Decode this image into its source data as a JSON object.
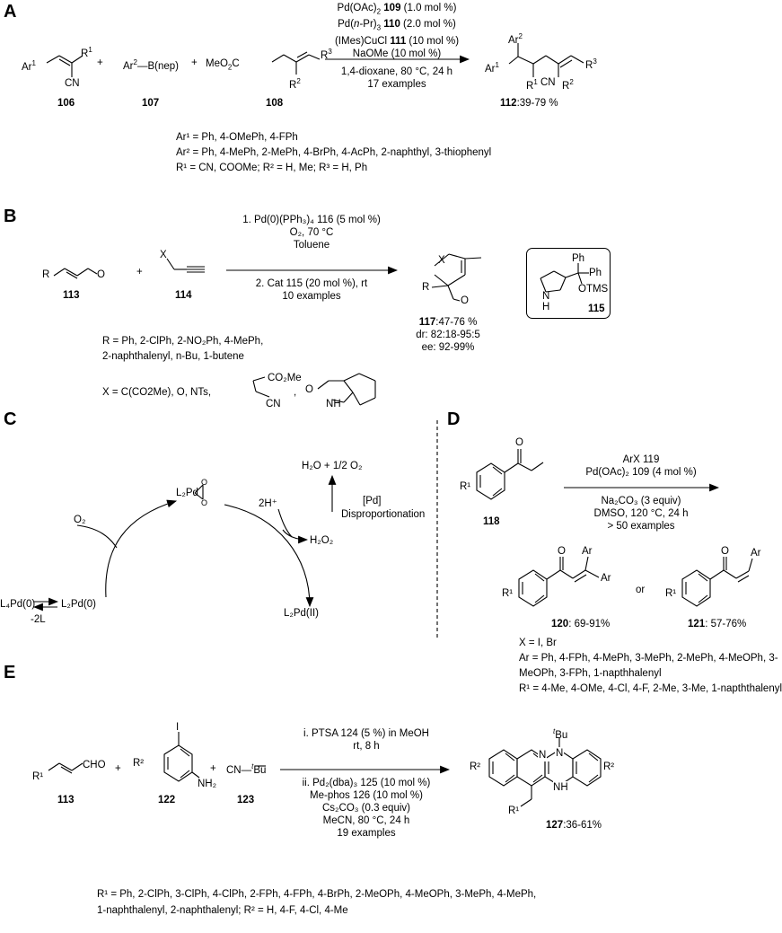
{
  "panels": {
    "a": "A",
    "b": "B",
    "c": "C",
    "d": "D",
    "e": "E"
  },
  "A": {
    "r106": {
      "ar1": "Ar",
      "ar1_sup": "1",
      "r1": "R",
      "r1_sup": "1",
      "cn": "CN"
    },
    "r107": {
      "ar2": "Ar",
      "ar2_sup": "2",
      "rest": "—B(nep)"
    },
    "r108": {
      "meo": "MeO",
      "co2": "2",
      "c": "C",
      "r3": "R",
      "r3_sup": "3",
      "r2": "R",
      "r2_sup": "2"
    },
    "plus": "+",
    "conditions": [
      {
        "pre": "Pd(OAc)",
        "sub": "2",
        "mid": " ",
        "num": "109",
        "post": " (1.0 mol %)"
      },
      {
        "pre": "Pd(",
        "ital": "n",
        "mid": "-Pr)",
        "sub": "3",
        "num": "110",
        "post": " (2.0 mol %)"
      },
      {
        "pre": "(IMes)CuCl ",
        "num": "111",
        "post": " (10 mol %)"
      },
      {
        "pre": "NaOMe (10 mol %)"
      }
    ],
    "below": [
      "1,4-dioxane, 80 °C, 24 h",
      "17 examples"
    ],
    "labels": {
      "l106": "106",
      "l107": "107",
      "l108": "108",
      "l112": "112",
      "yield112": ":39-79 %"
    },
    "product": {
      "ar2": "Ar",
      "ar2_sup": "2",
      "ar1": "Ar",
      "ar1_sup": "1",
      "r1": "R",
      "r1_sup": "1",
      "cn": "CN",
      "r2": "R",
      "r2_sup": "2",
      "r3": "R",
      "r3_sup": "3"
    },
    "notes": [
      "Ar¹ = Ph, 4-OMePh, 4-FPh",
      "Ar² = Ph, 4-MePh, 2-MePh, 4-BrPh, 4-AcPh, 2-naphthyl, 3-thiophenyl",
      "R¹ = CN, COOMe; R² = H, Me; R³ = H, Ph"
    ]
  },
  "B": {
    "conditions": [
      "1. Pd(0)(PPh₃)₄ 116 (5 mol %)",
      "O₂, 70 °C",
      "Toluene"
    ],
    "below": [
      "2. Cat 115 (20 mol %),  rt",
      "10 examples"
    ],
    "l113": "113",
    "l114": "114",
    "x": "X",
    "r": "R",
    "o": "O",
    "product": {
      "x": "X",
      "r": "R",
      "o": "O",
      "l117": "117",
      "yield": ":47-76 %",
      "dr": "dr: 82:18-95:5",
      "ee": "ee: 92-99%"
    },
    "cat": {
      "ph1": "Ph",
      "ph2": "Ph",
      "otms": "OTMS",
      "n": "N",
      "h": "H",
      "label": "115"
    },
    "notes": [
      "R = Ph, 2-ClPh, 2-NO₂Ph, 4-MePh,",
      "2-naphthalenyl, n-Bu, 1-butene"
    ],
    "xline": {
      "text": "X = C(CO2Me), O, NTs,",
      "co2me": "CO₂Me",
      "cn": "CN",
      "o": "O",
      "nh": "N",
      "h": "H",
      "comma": ","
    }
  },
  "C": {
    "l4pd": "L₄Pd(0)",
    "l2pd": "L₂Pd(0)",
    "minus2l": "-2L",
    "o2": "O₂",
    "peroxo": "L₂Pd",
    "twoH": "2H⁺",
    "h2o2": "H₂O₂",
    "l2pd2": "L₂Pd(II)",
    "h2o": "H₂O + 1/2 O₂",
    "pd": "[Pd]",
    "disp": "Disproportionation",
    "o_top": "O",
    "o_bot": "O"
  },
  "D": {
    "conditions": [
      "ArX 119",
      "Pd(OAc)₂ 109 (4 mol %)"
    ],
    "below": [
      "Na₂CO₃ (3 equiv)",
      "DMSO, 120 °C, 24 h",
      "> 50 examples"
    ],
    "l118": "118",
    "r1": "R¹",
    "o": "O",
    "p120": {
      "o": "O",
      "ar_top": "Ar",
      "ar_bot": "Ar",
      "r1": "R¹",
      "label": "120",
      "yield": ": 69-91%"
    },
    "or": "or",
    "p121": {
      "o": "O",
      "ar": "Ar",
      "r1": "R¹",
      "label": "121",
      "yield": ": 57-76%"
    },
    "notes": [
      "X = I, Br",
      "Ar = Ph, 4-FPh, 4-MePh, 3-MePh, 2-MePh, 4-MeOPh, 3-",
      "MeOPh, 3-FPh, 1-napthhalenyl",
      "R¹ = 4-Me, 4-OMe, 4-Cl, 4-F, 2-Me, 3-Me, 1-napththalenyl"
    ]
  },
  "E": {
    "r1": "R¹",
    "cho": "CHO",
    "r2": "R²",
    "i": "I",
    "nh2": "NH₂",
    "cn": "CN—",
    "tbu": "Bu",
    "t": "t",
    "l113": "113",
    "l122": "122",
    "l123": "123",
    "cond_top": [
      "i. PTSA 124 (5 %) in MeOH",
      "rt, 8 h"
    ],
    "cond_bot": [
      "ii. Pd₂(dba)₃ 125 (10 mol %)",
      "Me-phos 126 (10 mol %)",
      "Cs₂CO₃ (0.3 equiv)",
      "MeCN, 80 °C, 24 h",
      "19 examples"
    ],
    "product": {
      "r2l": "R²",
      "r2r": "R²",
      "n": "N",
      "nh": "N",
      "h": "H",
      "tbu": "Bu",
      "t": "t",
      "r1": "R¹",
      "label": "127",
      "yield": ":36-61%"
    },
    "notes": [
      "R¹ = Ph, 2-ClPh, 3-ClPh, 4-ClPh, 2-FPh, 4-FPh, 4-BrPh, 2-MeOPh, 4-MeOPh, 3-MePh, 4-MePh,",
      "1-naphthalenyl, 2-naphthalenyl; R² = H, 4-F, 4-Cl, 4-Me"
    ]
  }
}
